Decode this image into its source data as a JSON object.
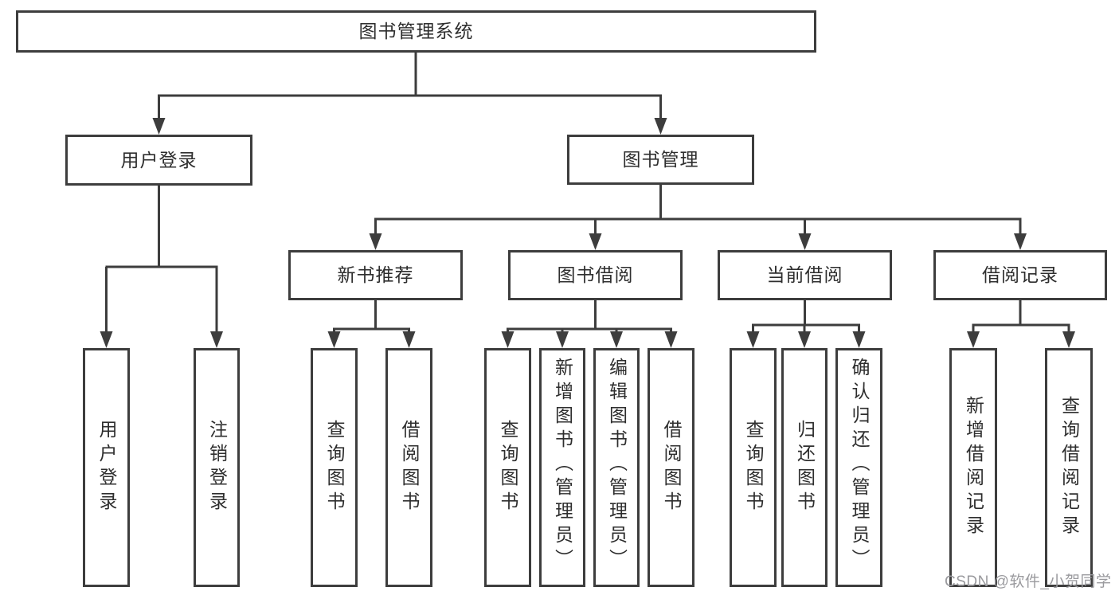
{
  "tree": {
    "label": "图书管理系统",
    "children": [
      {
        "label": "用户登录",
        "children": [
          {
            "label": "用户登录"
          },
          {
            "label": "注销登录"
          }
        ]
      },
      {
        "label": "图书管理",
        "children": [
          {
            "label": "新书推荐",
            "children": [
              {
                "label": "查询图书"
              },
              {
                "label": "借阅图书"
              }
            ]
          },
          {
            "label": "图书借阅",
            "children": [
              {
                "label": "查询图书"
              },
              {
                "label": "新增图书（管理员）"
              },
              {
                "label": "编辑图书（管理员）"
              },
              {
                "label": "借阅图书"
              }
            ]
          },
          {
            "label": "当前借阅",
            "children": [
              {
                "label": "查询图书"
              },
              {
                "label": "归还图书"
              },
              {
                "label": "确认归还（管理员）"
              }
            ]
          },
          {
            "label": "借阅记录",
            "children": [
              {
                "label": "新增借阅记录"
              },
              {
                "label": "查询借阅记录"
              }
            ]
          }
        ]
      }
    ]
  },
  "watermark": {
    "text": "CSDN @软件_小贺同学"
  },
  "colors": {
    "line": "#3d3d3d",
    "box_border": "#3d3d3d",
    "text": "#2e2e2e",
    "background": "#ffffff",
    "watermark": "#9a9a9e"
  }
}
